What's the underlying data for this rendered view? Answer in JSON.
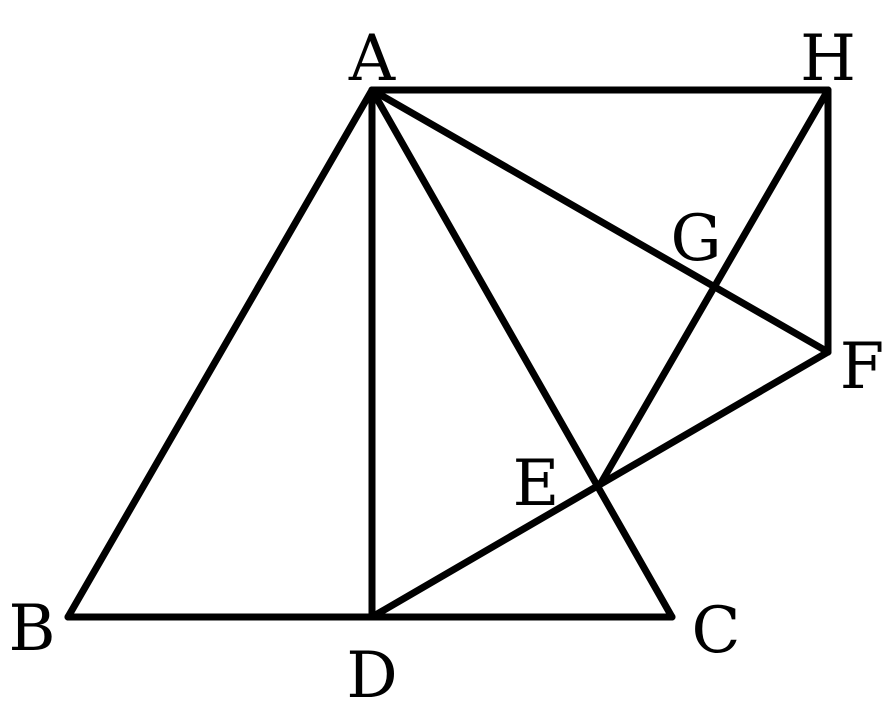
{
  "diagram": {
    "points": {
      "A": "A",
      "B": "B",
      "C": "C",
      "D": "D",
      "E": "E",
      "F": "F",
      "G": "G",
      "H": "H"
    },
    "segments": [
      "AH",
      "HF",
      "AB",
      "AD",
      "AC",
      "AF",
      "BC",
      "DF",
      "EH"
    ],
    "stroke_color": "#000000"
  }
}
